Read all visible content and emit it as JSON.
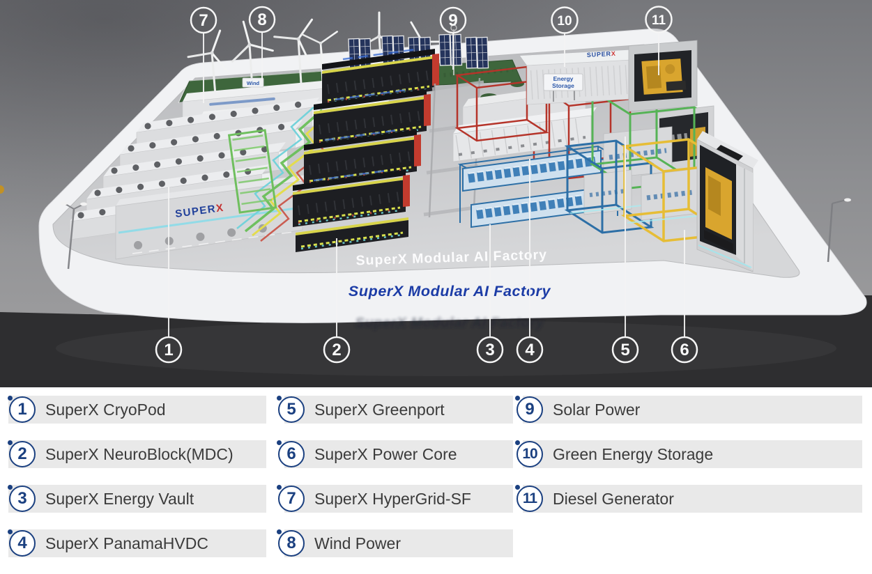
{
  "scene": {
    "floor_text_top": "SuperX Modular AI Factory",
    "floor_text_front": "SuperX Modular AI Factory",
    "brand": {
      "super": "SUPER",
      "x": "X"
    },
    "signs": {
      "wind": "Wind",
      "energy_storage_line1": "Energy",
      "energy_storage_line2": "Storage"
    },
    "callouts": [
      {
        "n": "1"
      },
      {
        "n": "2"
      },
      {
        "n": "3"
      },
      {
        "n": "4"
      },
      {
        "n": "5"
      },
      {
        "n": "6"
      },
      {
        "n": "7"
      },
      {
        "n": "8"
      },
      {
        "n": "9"
      },
      {
        "n": "10"
      },
      {
        "n": "11"
      }
    ]
  },
  "legend": {
    "items": [
      {
        "n": "1",
        "label": "SuperX CryoPod"
      },
      {
        "n": "2",
        "label": "SuperX NeuroBlock(MDC)"
      },
      {
        "n": "3",
        "label": "SuperX Energy Vault"
      },
      {
        "n": "4",
        "label": "SuperX PanamaHVDC"
      },
      {
        "n": "5",
        "label": "SuperX Greenport"
      },
      {
        "n": "6",
        "label": "SuperX Power Core"
      },
      {
        "n": "7",
        "label": "SuperX HyperGrid-SF"
      },
      {
        "n": "8",
        "label": "Wind Power"
      },
      {
        "n": "9",
        "label": "Solar Power"
      },
      {
        "n": "10",
        "label": "Green Energy Storage"
      },
      {
        "n": "11",
        "label": "Diesel Generator"
      }
    ]
  },
  "colors": {
    "badge_navy": "#1b4080",
    "legend_bar_gray": "#e9e9e9",
    "legend_text_gray": "#3b3b3b",
    "floor_text_blue": "#1c3ca6",
    "callout_white": "#f5f5f5",
    "frame_red": "#b5342a",
    "frame_green": "#56b356",
    "frame_blue": "#2d6fa6",
    "frame_yellow": "#e6bd36",
    "generator_yellow": "#d9a52e",
    "glow_cyan": "#9fe8f0",
    "grass_green": "#3e663c"
  }
}
